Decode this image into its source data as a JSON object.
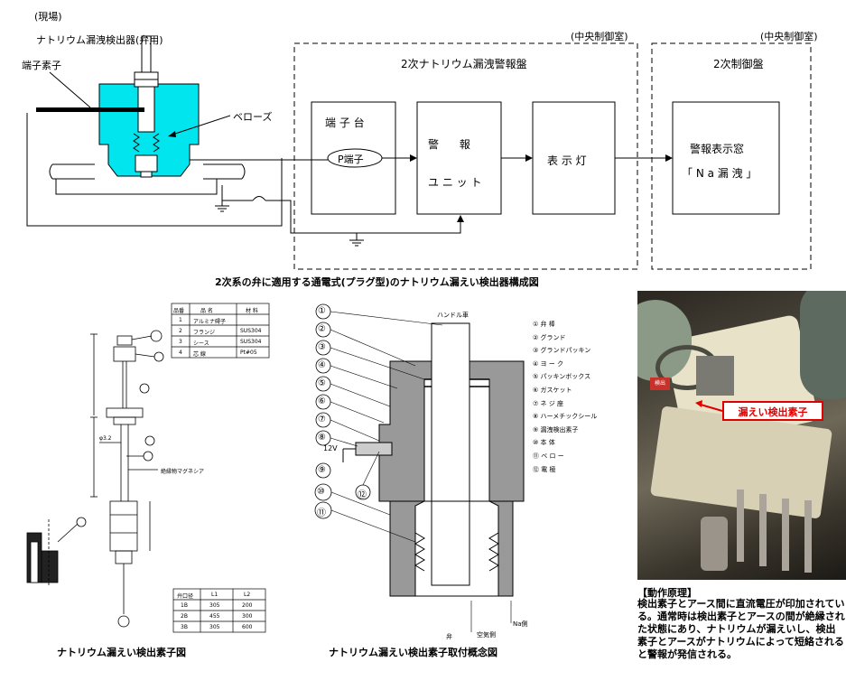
{
  "top": {
    "site_label": "(現場)",
    "detector_title": "ナトリウム漏洩検出器(弁用)",
    "terminal_element": "端子素子",
    "bellows": "ベローズ",
    "central_room_1": "(中央制御室)",
    "central_room_2": "(中央制御室)",
    "panel1_title": "2次ナトリウム漏洩警報盤",
    "panel2_title": "2次制御盤",
    "terminal_block": "端 子 台",
    "p_terminal": "P端子",
    "alarm_unit_1": "警      報",
    "alarm_unit_2": "ユ ニ ッ ト",
    "indicator_lamp": "表 示 灯",
    "alarm_window_1": "警報表示窓",
    "alarm_window_2": "「 N a 漏 洩 」",
    "caption": "2次系の弁に適用する通電式(プラグ型)のナトリウム漏えい検出器構成図"
  },
  "element_drawing": {
    "caption": "ナトリウム漏えい検出素子図",
    "insulation_label": "絶縁物マグネシア",
    "dia_label": "φ3.2",
    "parts_table": {
      "headers": [
        "品番",
        "品 名",
        "材 料"
      ],
      "rows": [
        [
          "1",
          "アルミナ碍子",
          ""
        ],
        [
          "2",
          "フランジ",
          "SUS304"
        ],
        [
          "3",
          "シース",
          "SUS304"
        ],
        [
          "4",
          "芯 線",
          "Pt#05"
        ]
      ]
    },
    "size_table": {
      "headers": [
        "弁口径",
        "L1",
        "L2"
      ],
      "rows": [
        [
          "1B",
          "305",
          "200"
        ],
        [
          "2B",
          "455",
          "300"
        ],
        [
          "3B",
          "305",
          "600"
        ]
      ]
    }
  },
  "mount_drawing": {
    "caption": "ナトリウム漏えい検出素子取付概念図",
    "handle_label": "ハンドル車",
    "valve_label": "弁",
    "voltage": "12V",
    "na_side": "Na側",
    "air_side": "空気側",
    "callouts": [
      "①",
      "②",
      "③",
      "④",
      "⑤",
      "⑥",
      "⑦",
      "⑧",
      "⑨",
      "⑩",
      "⑪",
      "⑫"
    ],
    "legend": [
      "① 弁 棒",
      "② グランド",
      "③ グランドパッキン",
      "④ ヨ ー ク",
      "⑤ パッキンボックス",
      "⑥ ガスケット",
      "⑦ ネ ジ 座",
      "⑧ ハーメチックシール",
      "⑨ 漏洩検出素子",
      "⑩ 本 体",
      "⑪ ベ ロ ー",
      "⑫ 電 極"
    ]
  },
  "photo": {
    "label": "漏えい検出素子",
    "tag_text": "検出"
  },
  "principle": {
    "heading": "【動作原理】",
    "body": " 検出素子とアース間に直流電圧が印加されている。通常時は検出素子とアースの間が絶縁された状態にあり、ナトリウムが漏えいし、検出素子とアースがナトリウムによって短絡されると警報が発信される。"
  },
  "colors": {
    "cyan": "#00e5ee",
    "red": "#e00000"
  }
}
